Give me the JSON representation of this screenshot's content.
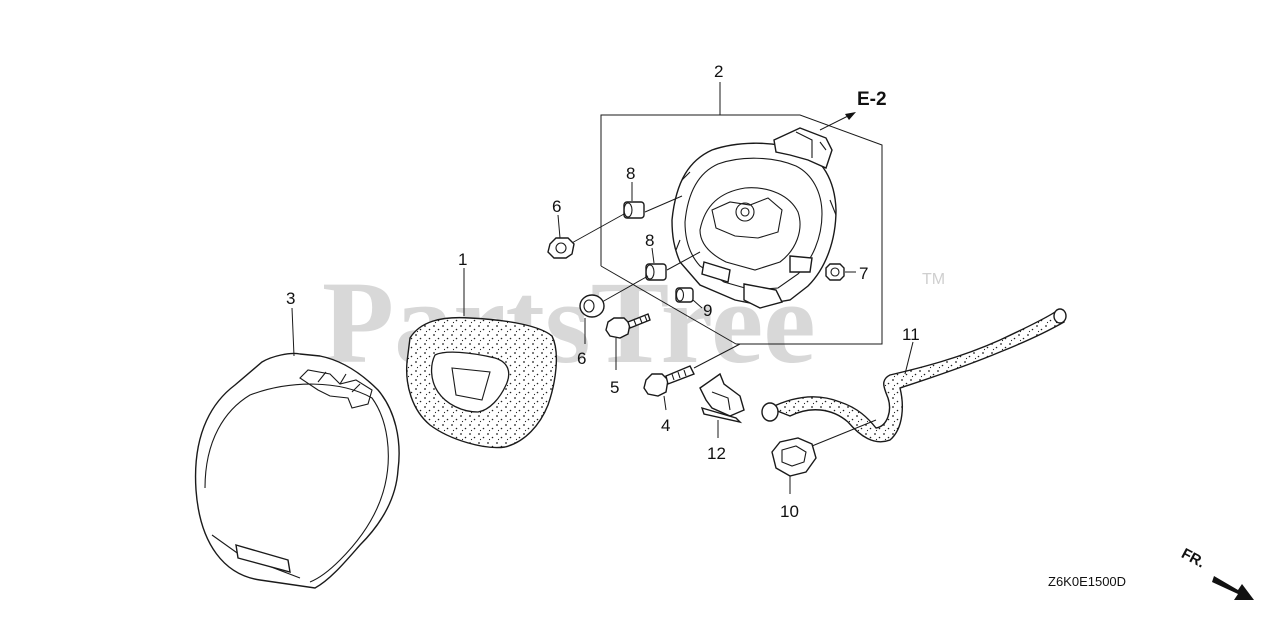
{
  "watermark": {
    "text": "PartsTree",
    "trademark": "TM"
  },
  "callouts": {
    "c1": "1",
    "c2": "2",
    "c3": "3",
    "c4": "4",
    "c5": "5",
    "c6a": "6",
    "c6b": "6",
    "c7": "7",
    "c8a": "8",
    "c8b": "8",
    "c9": "9",
    "c10": "10",
    "c11": "11",
    "c12": "12"
  },
  "reference": "E-2",
  "diagram_code": "Z6K0E1500D",
  "front_indicator": "FR.",
  "colors": {
    "line": "#1a1a1a",
    "watermark": "#d8d8d8",
    "background": "#ffffff"
  }
}
